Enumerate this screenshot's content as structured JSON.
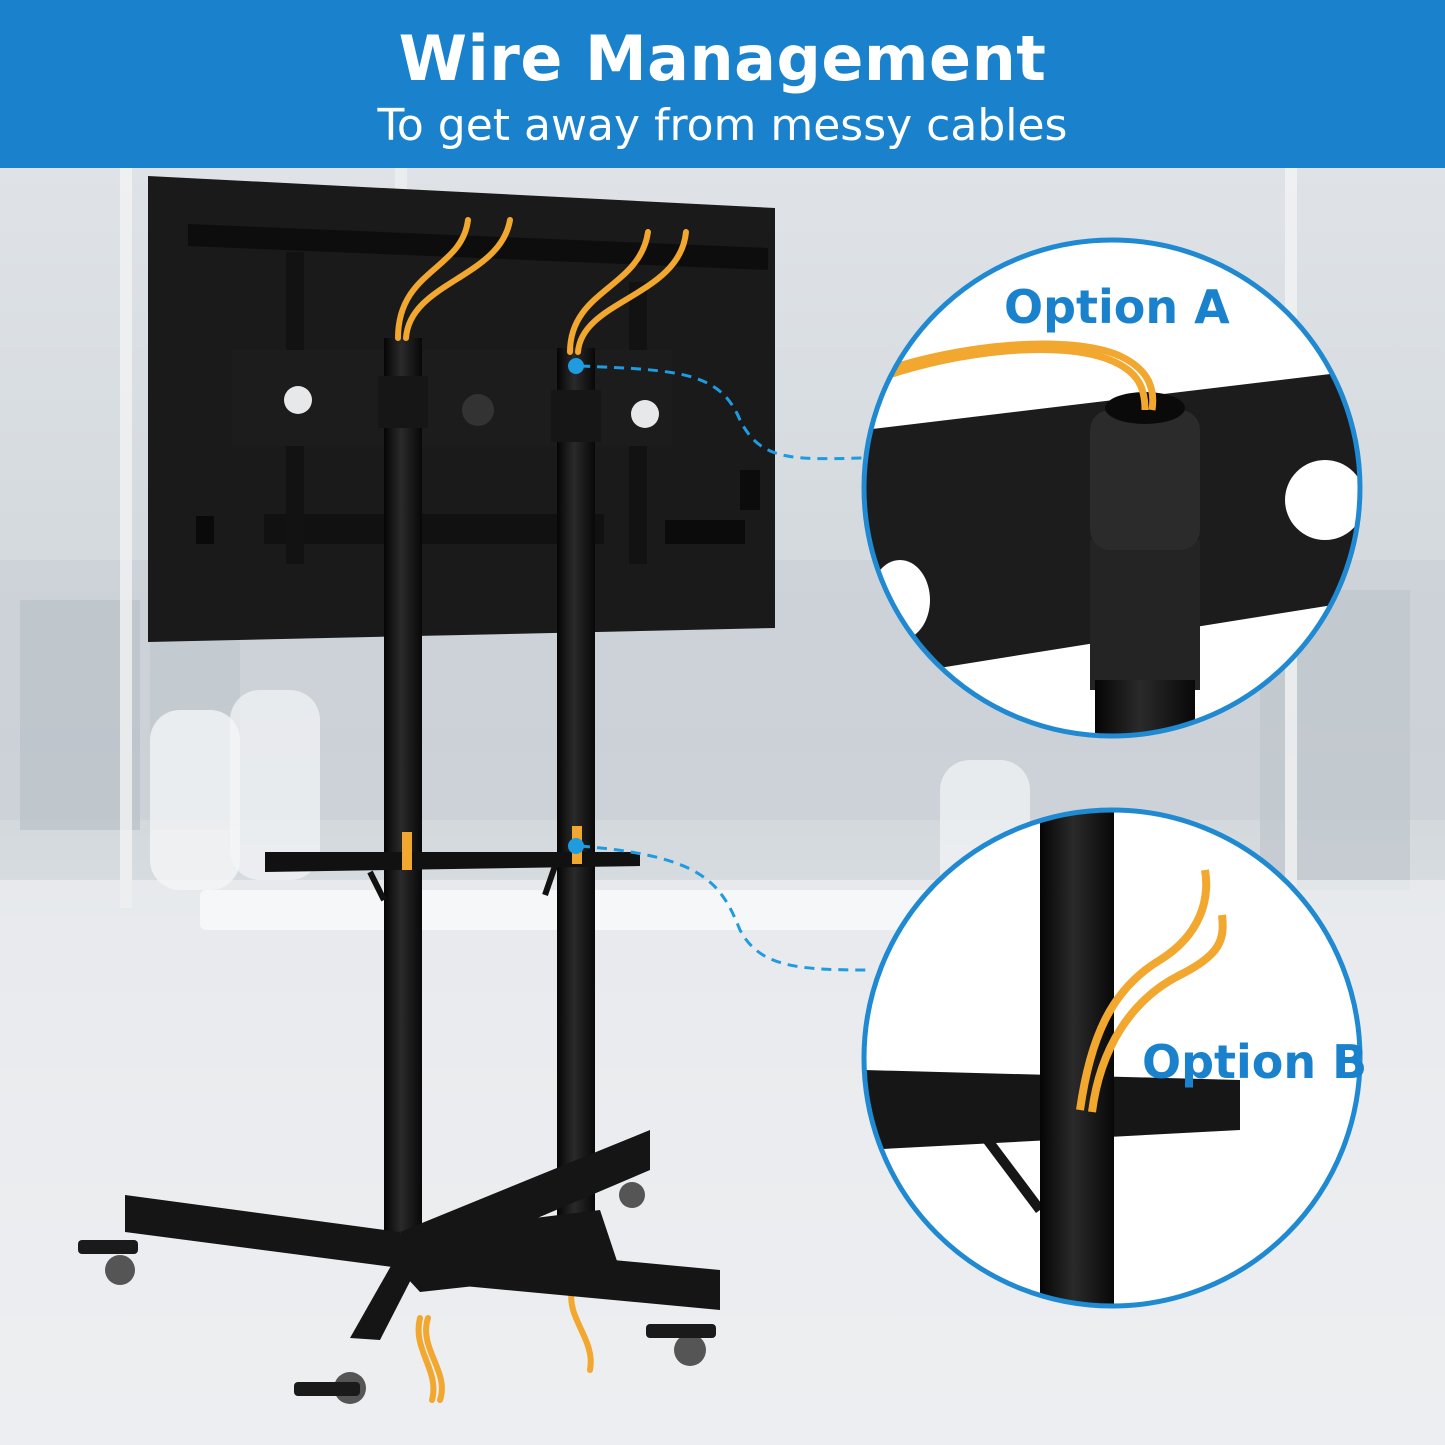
{
  "header": {
    "title": "Wire Management",
    "subtitle": "To get away from messy cables"
  },
  "callouts": {
    "option_a": "Option A",
    "option_b": "Option B"
  },
  "colors": {
    "banner": "#1a82cc",
    "accent_text": "#1a82cc",
    "cable": "#f2a72e",
    "frame": "#111111"
  },
  "icons": {
    "stand": "tv-cart-stand",
    "cable": "cable-icon"
  }
}
